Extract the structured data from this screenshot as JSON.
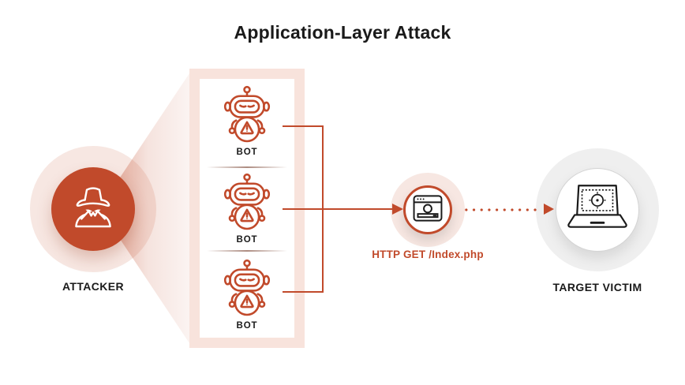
{
  "title": "Application-Layer Attack",
  "colors": {
    "primary": "#C14A2B",
    "halo_pink": "#F7E7E2",
    "box_border": "#F8E3DC",
    "halo_gray": "#EFEFEF",
    "text": "#1A1A1A"
  },
  "attacker": {
    "label": "ATTACKER",
    "icon": "spy-icon"
  },
  "botnet": {
    "bots": [
      {
        "label": "BOT",
        "icon": "bot-icon"
      },
      {
        "label": "BOT",
        "icon": "bot-icon"
      },
      {
        "label": "BOT",
        "icon": "bot-icon"
      }
    ]
  },
  "request": {
    "label": "HTTP GET /Index.php",
    "icon": "browser-window-icon"
  },
  "victim": {
    "label": "TARGET VICTIM",
    "icon": "laptop-target-icon"
  }
}
